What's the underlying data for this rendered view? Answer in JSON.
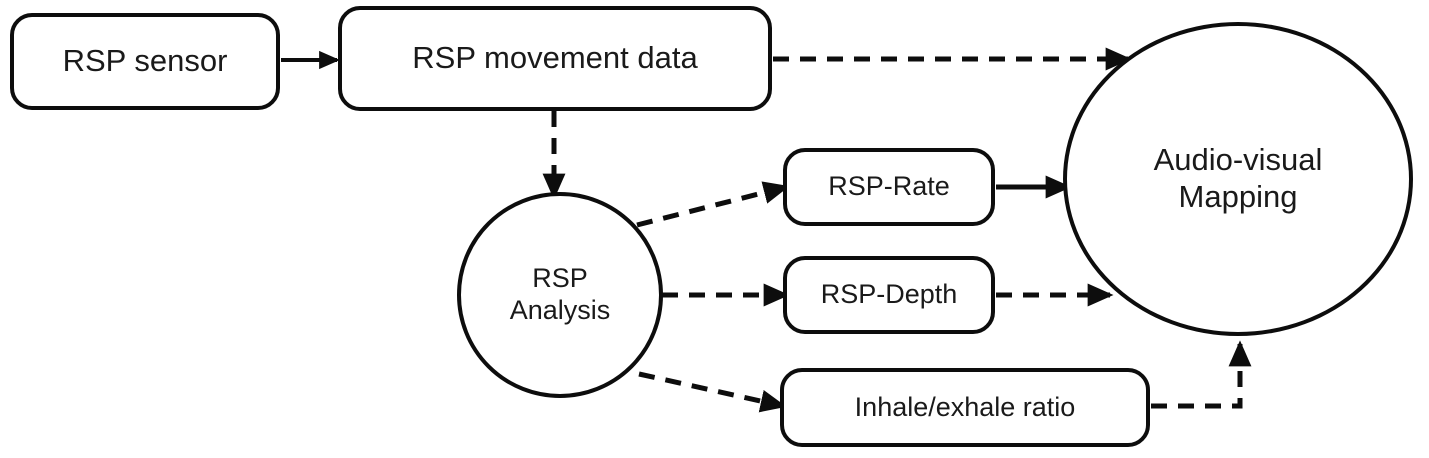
{
  "diagram": {
    "title": "RSP sensing to audio-visual mapping flow",
    "stroke_color": "#0d0d0d",
    "text_color": "#1a1a1a",
    "background_color": "#ffffff",
    "nodes": [
      {
        "id": "rsp-sensor",
        "label": "RSP sensor",
        "shape": "rounded-rect"
      },
      {
        "id": "rsp-movement-data",
        "label": "RSP movement data",
        "shape": "rounded-rect"
      },
      {
        "id": "rsp-analysis",
        "label": "RSP\nAnalysis",
        "shape": "circle"
      },
      {
        "id": "rsp-rate",
        "label": "RSP-Rate",
        "shape": "rounded-rect"
      },
      {
        "id": "rsp-depth",
        "label": "RSP-Depth",
        "shape": "rounded-rect"
      },
      {
        "id": "inhale-exhale",
        "label": "Inhale/exhale ratio",
        "shape": "rounded-rect"
      },
      {
        "id": "audio-visual",
        "label": "Audio-visual\nMapping",
        "shape": "ellipse"
      }
    ],
    "edges": [
      {
        "id": "sensor-to-movement",
        "from": "rsp-sensor",
        "to": "rsp-movement-data",
        "style": "solid"
      },
      {
        "id": "movement-to-audiovisual",
        "from": "rsp-movement-data",
        "to": "audio-visual",
        "style": "dashed"
      },
      {
        "id": "movement-to-analysis",
        "from": "rsp-movement-data",
        "to": "rsp-analysis",
        "style": "dashed"
      },
      {
        "id": "analysis-to-rate",
        "from": "rsp-analysis",
        "to": "rsp-rate",
        "style": "dashed"
      },
      {
        "id": "analysis-to-depth",
        "from": "rsp-analysis",
        "to": "rsp-depth",
        "style": "dashed"
      },
      {
        "id": "analysis-to-inhale-exhale",
        "from": "rsp-analysis",
        "to": "inhale-exhale",
        "style": "dashed"
      },
      {
        "id": "rate-to-audiovisual",
        "from": "rsp-rate",
        "to": "audio-visual",
        "style": "solid"
      },
      {
        "id": "depth-to-audiovisual",
        "from": "rsp-depth",
        "to": "audio-visual",
        "style": "dashed"
      },
      {
        "id": "inhale-to-audiovisual",
        "from": "inhale-exhale",
        "to": "audio-visual",
        "style": "dashed"
      }
    ]
  }
}
